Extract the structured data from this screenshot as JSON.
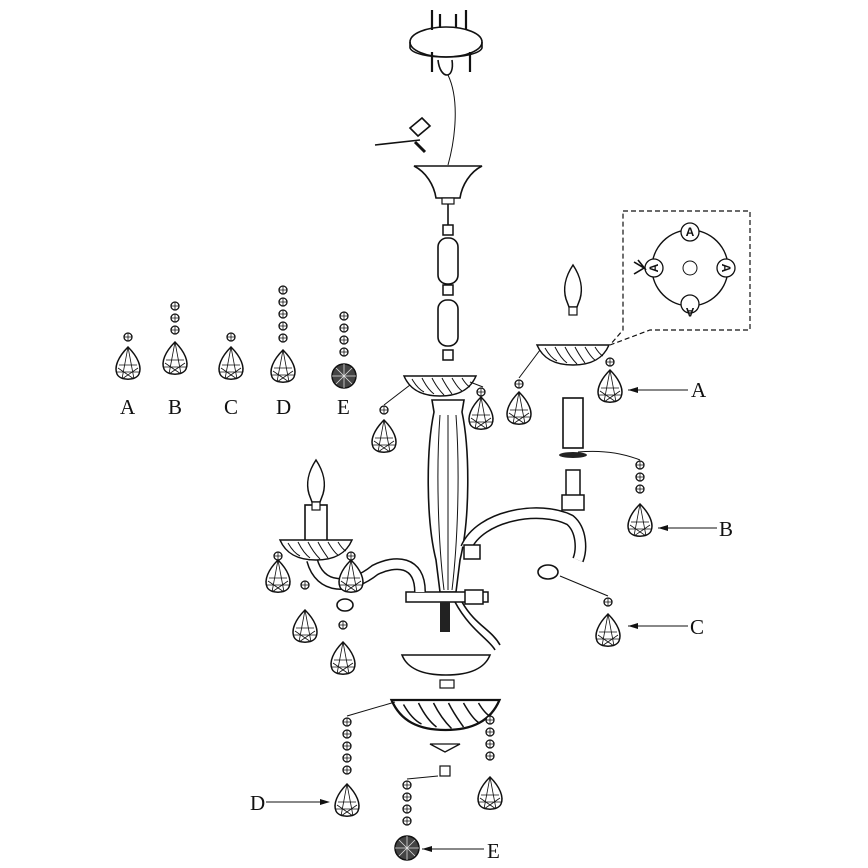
{
  "legend": {
    "items": [
      {
        "label": "A",
        "type": "drop",
        "beads": 1
      },
      {
        "label": "B",
        "type": "drop",
        "beads": 3
      },
      {
        "label": "C",
        "type": "drop",
        "beads": 1
      },
      {
        "label": "D",
        "type": "drop",
        "beads": 5
      },
      {
        "label": "E",
        "type": "ball",
        "beads": 4
      }
    ]
  },
  "callouts": {
    "a": "A",
    "b": "B",
    "c": "C",
    "d": "D",
    "e": "E"
  },
  "inset": {
    "markers": [
      "A",
      "A",
      "A",
      "A"
    ]
  },
  "colors": {
    "line": "#111111",
    "background": "#ffffff"
  }
}
